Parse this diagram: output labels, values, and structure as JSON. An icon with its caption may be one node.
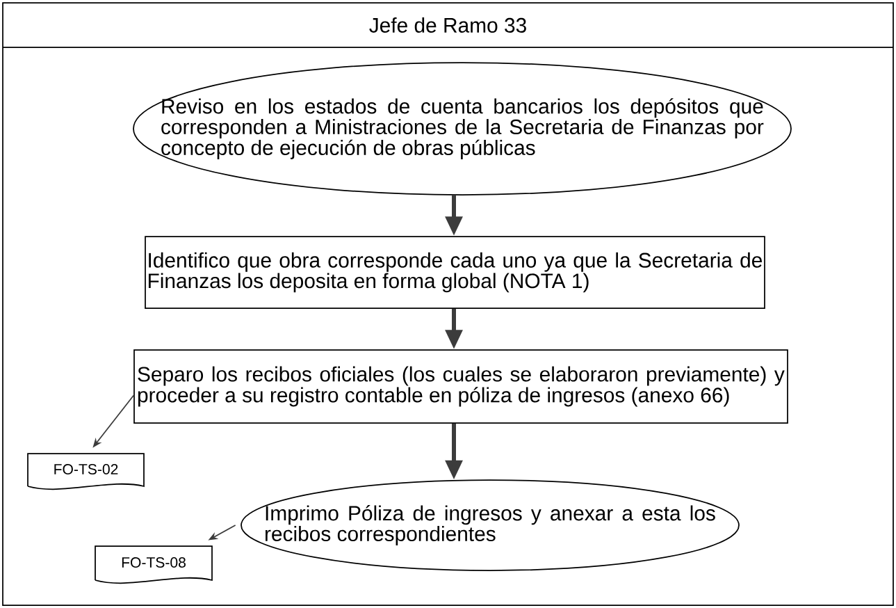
{
  "diagram": {
    "nodes": [
      {
        "text": [
          "Jefe de Ramo 33"
        ]
      },
      {
        "text": [
          "Reviso en los estados de cuenta bancarios los depósitos que corresponden a Ministraciones de la Secretaria de Finanzas por concepto de ejecución de obras públicas"
        ],
        "in": 0
      },
      {
        "text": [
          "Identifico que obra corresponde cada uno ya que la Secretaria de Finanzas los deposita en forma global (NOTA 1)"
        ],
        "in": 0
      },
      {
        "text": [
          "Separo los recibos oficiales (los cuales se elaboraron previamente) y proceder a su registro contable en póliza de ingresos (anexo 66)"
        ],
        "in": 0
      },
      {
        "text": [
          "FO-TS-02"
        ],
        "in": 0
      },
      {
        "text": [
          "Imprimo Póliza de ingresos y anexar a esta los recibos correspondientes"
        ],
        "in": 0
      },
      {
        "text": [
          "FO-TS-08"
        ],
        "in": 0
      }
    ],
    "edges": [
      {
        "from": 1,
        "to": 2,
        "arrow": "to"
      },
      {
        "from": 2,
        "to": 3,
        "arrow": "to"
      },
      {
        "from": 3,
        "to": 5,
        "arrow": "to"
      },
      {
        "from": 3,
        "to": 4,
        "arrow": "to"
      },
      {
        "from": 5,
        "to": 6,
        "arrow": "to"
      }
    ]
  }
}
